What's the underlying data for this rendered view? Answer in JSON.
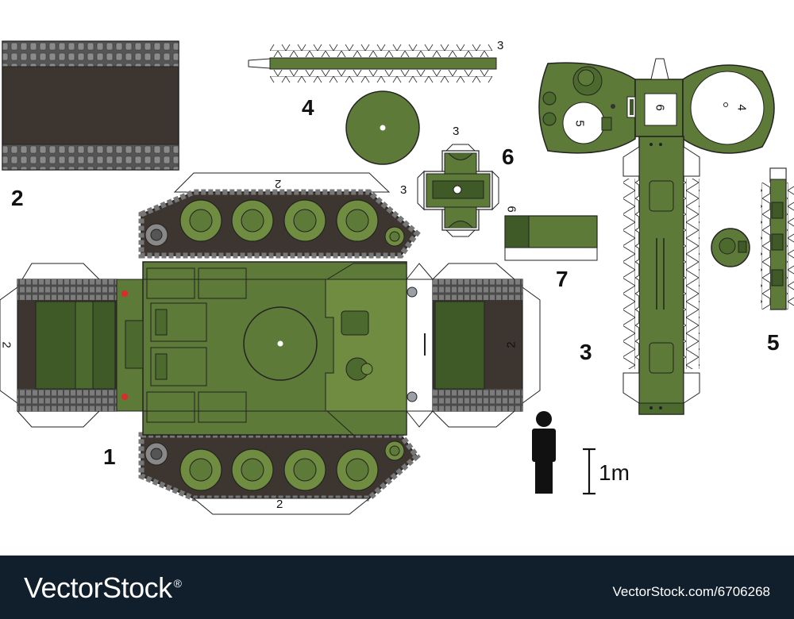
{
  "part_labels": {
    "p1": "1",
    "p2": "2",
    "p3": "3",
    "p4": "4",
    "p5": "5",
    "p6": "6",
    "p7": "7"
  },
  "tab_labels": {
    "track_top": "2",
    "track_bottom": "2",
    "hull_left": "2",
    "hull_right": "2",
    "strip_end": "3",
    "hatch_top": "3",
    "hatch_left": "3",
    "box_end": "6",
    "turret_small": "5",
    "turret_large": "4",
    "turret_mid": "6"
  },
  "scale": {
    "label": "1m"
  },
  "footer": {
    "brand": "VectorStock",
    "registered": "®",
    "url": "VectorStock.com/6706268"
  },
  "colors": {
    "green_main": "#5d7a38",
    "green_light": "#6f8c40",
    "green_dark": "#3f5a26",
    "track_brown": "#3d3530",
    "track_grey": "#777777",
    "footer_bg": "#111e2c"
  }
}
